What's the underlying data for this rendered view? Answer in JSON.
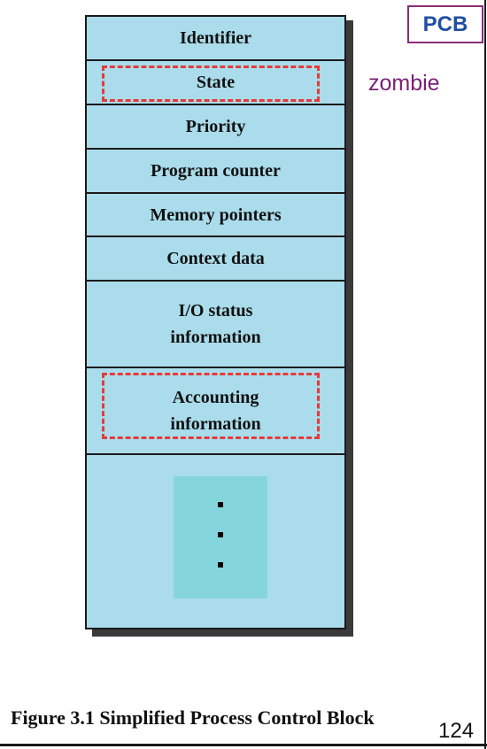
{
  "tag": "PCB",
  "annotation": "zombie",
  "fields": {
    "identifier": "Identifier",
    "state": "State",
    "priority": "Priority",
    "program_counter": "Program counter",
    "memory_pointers": "Memory pointers",
    "context_data": "Context data",
    "io_status_line1": "I/O status",
    "io_status_line2": "information",
    "accounting_line1": "Accounting",
    "accounting_line2": "information"
  },
  "caption": "Figure 3.1  Simplified Process Control Block",
  "page_number": "124",
  "colors": {
    "field_fill": "#aadceb",
    "ellipsis_fill": "#85d6dc",
    "highlight_dash": "#e53a3a",
    "tag_text": "#1f4ea3",
    "tag_border": "#8b2b7a",
    "annotation_text": "#7a1f77"
  }
}
